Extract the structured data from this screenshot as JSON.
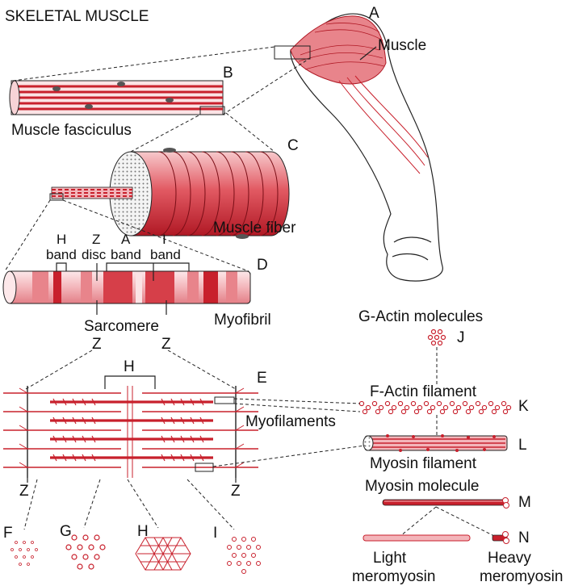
{
  "title": "SKELETAL MUSCLE",
  "letters": {
    "A": "A",
    "B": "B",
    "C": "C",
    "D": "D",
    "E": "E",
    "F": "F",
    "G": "G",
    "H": "H",
    "I": "I",
    "J": "J",
    "K": "K",
    "L": "L",
    "M": "M",
    "N": "N"
  },
  "labels": {
    "muscle": "Muscle",
    "fasciculus": "Muscle fasciculus",
    "fiber": "Muscle fiber",
    "myofibril": "Myofibril",
    "myofilaments": "Myofilaments",
    "sarcomere": "Sarcomere",
    "z": "Z",
    "h_band_1": "H",
    "h_band_2": "band",
    "z_disc_1": "Z",
    "z_disc_2": "disc",
    "a_band_1": "A",
    "a_band_2": "band",
    "i_band_1": "I",
    "i_band_2": "band",
    "h_zone": "H",
    "g_actin": "G-Actin molecules",
    "f_actin": "F-Actin filament",
    "myosin_filament": "Myosin filament",
    "myosin_molecule": "Myosin molecule",
    "light_1": "Light",
    "light_2": "meromyosin",
    "heavy_1": "Heavy",
    "heavy_2": "meromyosin"
  },
  "colors": {
    "muscle_red": "#c8202c",
    "muscle_light": "#f2b9bd",
    "muscle_pale": "#fbe3e5",
    "ink": "#222222"
  }
}
